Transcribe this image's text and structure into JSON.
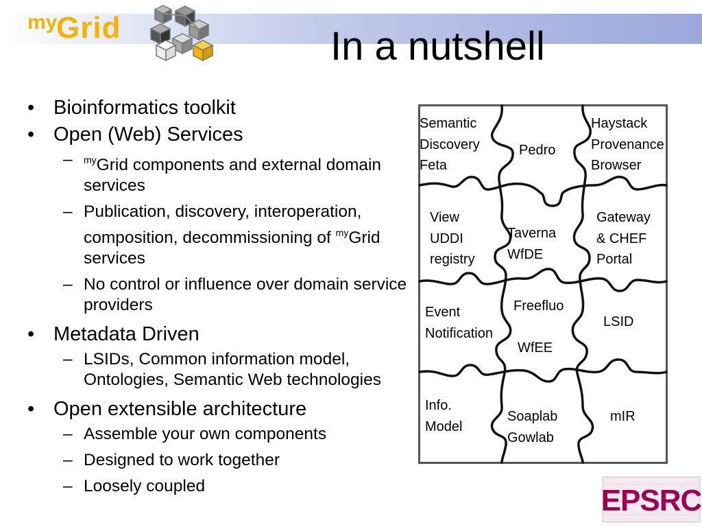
{
  "slide": {
    "title": "In a nutshell",
    "logo_text": {
      "my": "my",
      "grid": "Grid"
    },
    "bullets": {
      "b1": "Bioinformatics toolkit",
      "b2": "Open (Web) Services",
      "b2_s1_sup": "my",
      "b2_s1_text": "Grid components and external domain services",
      "b2_s2_text": "Publication, discovery, interoperation, composition, decommissioning of ",
      "b2_s2_sup": "my",
      "b2_s2_tail": "Grid services",
      "b2_s3": "No control or influence over domain service providers",
      "b3": "Metadata Driven",
      "b3_s1": "LSIDs, Common information model, Ontologies, Semantic Web technologies",
      "b4": "Open extensible architecture",
      "b4_s1": "Assemble your own components",
      "b4_s2": "Designed to work together",
      "b4_s3": "Loosely coupled"
    },
    "dash": "–",
    "puzzle": {
      "semantic_discovery": {
        "l1": "Semantic",
        "l2": "Discovery",
        "l3": "Feta"
      },
      "pedro": "Pedro",
      "haystack": {
        "l1": "Haystack",
        "l2": "Provenance",
        "l3": "Browser"
      },
      "uddi": {
        "l1": "View",
        "l2": "UDDI",
        "l3": "registry"
      },
      "taverna": {
        "l1": "Taverna",
        "l2": "WfDE"
      },
      "gateway": {
        "l1": "Gateway",
        "l2": "& CHEF",
        "l3": "Portal"
      },
      "event": {
        "l1": "Event",
        "l2": "Notification"
      },
      "freefluo": "Freefluo",
      "wfee": "WfEE",
      "lsid": "LSID",
      "info_model": {
        "l1": "Info.",
        "l2": "Model"
      },
      "soaplab": {
        "l1": "Soaplab",
        "l2": "Gowlab"
      },
      "mir": "mIR"
    },
    "sponsor_logo": "EPSRC"
  }
}
